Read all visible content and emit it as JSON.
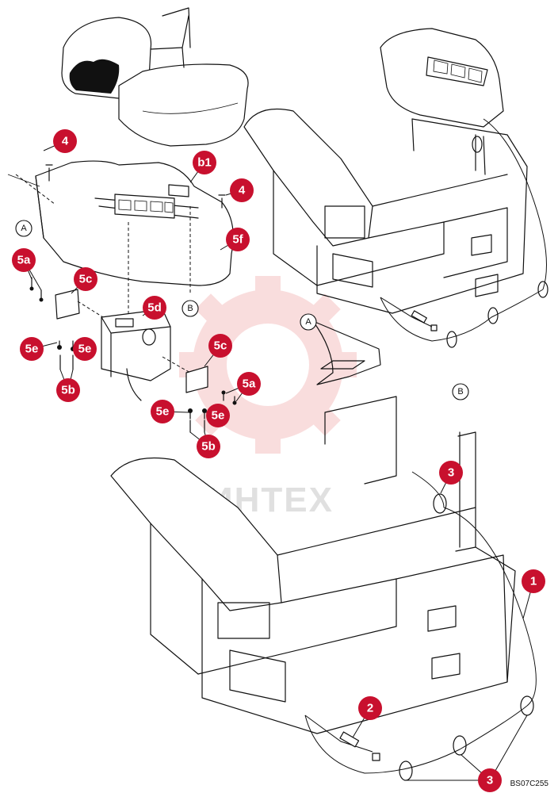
{
  "figure_code": "BS07C255",
  "watermark": "ИНТЕХ",
  "callouts": [
    {
      "id": "4a",
      "label": "4"
    },
    {
      "id": "4b",
      "label": "4"
    },
    {
      "id": "b1",
      "label": "b1"
    },
    {
      "id": "5f",
      "label": "5f"
    },
    {
      "id": "5a-left",
      "label": "5a"
    },
    {
      "id": "5c-left",
      "label": "5c"
    },
    {
      "id": "5d",
      "label": "5d"
    },
    {
      "id": "5e-left1",
      "label": "5e"
    },
    {
      "id": "5e-left2",
      "label": "5e"
    },
    {
      "id": "5b-left",
      "label": "5b"
    },
    {
      "id": "5c-right",
      "label": "5c"
    },
    {
      "id": "5a-right",
      "label": "5a"
    },
    {
      "id": "5e-right1",
      "label": "5e"
    },
    {
      "id": "5e-right2",
      "label": "5e"
    },
    {
      "id": "5b-right",
      "label": "5b"
    },
    {
      "id": "3-top",
      "label": "3"
    },
    {
      "id": "1",
      "label": "1"
    },
    {
      "id": "2",
      "label": "2"
    },
    {
      "id": "3-bottom",
      "label": "3"
    }
  ],
  "references": [
    {
      "id": "A-top",
      "label": "A"
    },
    {
      "id": "B-top",
      "label": "B"
    },
    {
      "id": "A-mid",
      "label": "A"
    },
    {
      "id": "B-mid",
      "label": "B"
    }
  ]
}
